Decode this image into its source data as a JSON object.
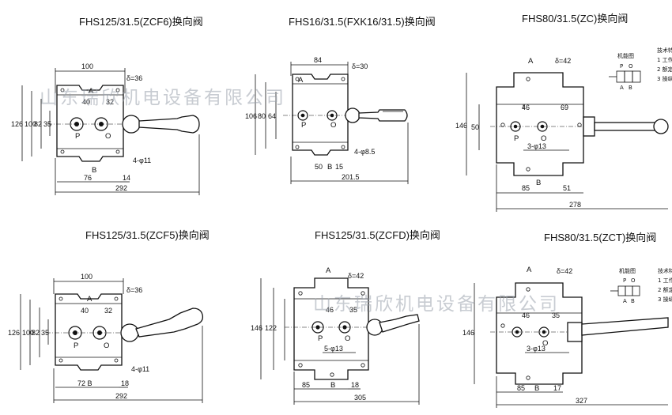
{
  "watermark": "山东瑞欣机电设备有限公司",
  "valves": [
    {
      "title": "FHS125/31.5(ZCF6)换向阀",
      "dims": [
        "100",
        "δ=36",
        "40",
        "32",
        "126",
        "100",
        "82",
        "35",
        "P",
        "O",
        "A",
        "B",
        "4-φ11",
        "76",
        "14",
        "292"
      ]
    },
    {
      "title": "FHS16/31.5(FXK16/31.5)换向阀",
      "dims": [
        "84",
        "δ=30",
        "A",
        "106",
        "80",
        "64",
        "P",
        "O",
        "4-φ8.5",
        "50",
        "B",
        "15",
        "201.5"
      ]
    },
    {
      "title": "FHS80/31.5(ZC)换向阀",
      "dims": [
        "A",
        "δ=42",
        "46",
        "69",
        "146",
        "50",
        "P",
        "O",
        "3-φ13",
        "B",
        "85",
        "51",
        "278"
      ],
      "legend": {
        "title": "机能图",
        "items": [
          "技术特",
          "1 工作",
          "2 额定",
          "3 操纵"
        ],
        "ports": [
          "P",
          "O",
          "A",
          "B"
        ]
      }
    },
    {
      "title": "FHS125/31.5(ZCF5)换向阀",
      "dims": [
        "100",
        "δ=36",
        "A",
        "40",
        "32",
        "126",
        "100",
        "82",
        "35",
        "P",
        "O",
        "4-φ11",
        "72 B",
        "18",
        "292"
      ]
    },
    {
      "title": "FHS125/31.5(ZCFD)换向阀",
      "dims": [
        "A",
        "δ=42",
        "46",
        "35",
        "146",
        "122",
        "P",
        "O",
        "5-φ13",
        "85",
        "B",
        "18",
        "305"
      ]
    },
    {
      "title": "FHS80/31.5(ZCT)换向阀",
      "dims": [
        "A",
        "δ=42",
        "46",
        "35",
        "146",
        "O",
        "3-φ13",
        "85",
        "B",
        "17",
        "327"
      ],
      "legend": {
        "title": "机能图",
        "items": [
          "技术特",
          "1 工作",
          "2 额定",
          "3 操纵"
        ],
        "ports": [
          "P",
          "O",
          "A",
          "B"
        ]
      }
    }
  ]
}
